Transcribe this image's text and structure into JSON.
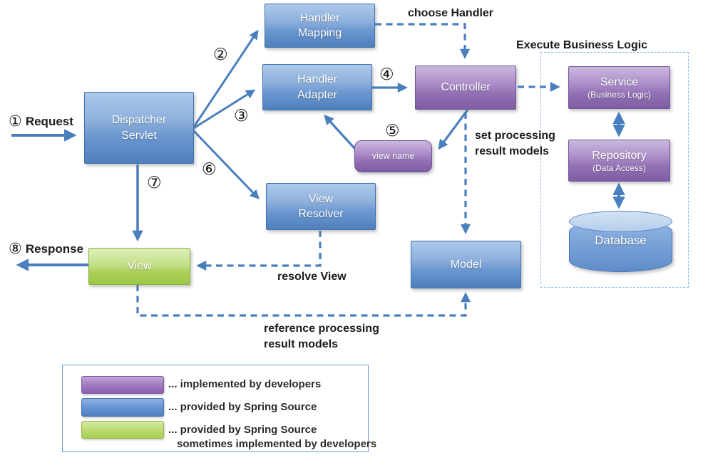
{
  "nodes": {
    "dispatcher_servlet": {
      "line1": "Dispatcher",
      "line2": "Servlet"
    },
    "handler_mapping": {
      "line1": "Handler",
      "line2": "Mapping"
    },
    "handler_adapter": {
      "line1": "Handler",
      "line2": "Adapter"
    },
    "controller": {
      "label": "Controller"
    },
    "view_name": {
      "label": "view name"
    },
    "view_resolver": {
      "line1": "View",
      "line2": "Resolver"
    },
    "model": {
      "label": "Model"
    },
    "view": {
      "label": "View"
    },
    "service": {
      "label": "Service",
      "sublabel": "(Business Logic)"
    },
    "repository": {
      "label": "Repository",
      "sublabel": "(Data Access)"
    },
    "database": {
      "label": "Database"
    }
  },
  "flow_labels": {
    "request": "Request",
    "response": "Response",
    "choose_handler": "choose Handler",
    "execute_business_logic": "Execute Business Logic",
    "set_processing_line1": "set processing",
    "set_processing_line2": "result models",
    "resolve_view": "resolve View",
    "reference_processing_line1": "reference processing",
    "reference_processing_line2": "result models"
  },
  "steps": {
    "s1": "①",
    "s2": "②",
    "s3": "③",
    "s4": "④",
    "s5": "⑤",
    "s6": "⑥",
    "s7": "⑦",
    "s8": "⑧"
  },
  "legend": {
    "items": [
      {
        "color": "#8a5fb0",
        "text": "... implemented by developers"
      },
      {
        "color": "#4d7fc0",
        "text": "... provided by Spring Source"
      },
      {
        "color": "#a8d053",
        "text": "... provided by Spring Source",
        "text2": "sometimes implemented by developers"
      }
    ]
  },
  "colors": {
    "blue_box_top": "#adc9ea",
    "blue_box_bottom": "#4e80bc",
    "blue_border": "#4272ac",
    "purple_box_top": "#cab8de",
    "purple_box_bottom": "#7e5da2",
    "purple_border": "#70539a",
    "green_box_top": "#def0bc",
    "green_box_bottom": "#9cc747",
    "green_border": "#8ab03c",
    "arrow": "#4a7fbe",
    "dashed_container_border": "#92b9e4",
    "label_text": "#1c1c1c"
  }
}
